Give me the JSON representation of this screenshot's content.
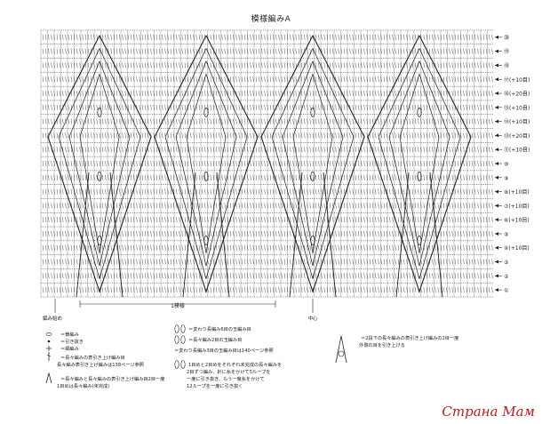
{
  "title": "模様編みA",
  "row_markers": [
    {
      "label": "⑳"
    },
    {
      "label": "⑲"
    },
    {
      "label": "⑱"
    },
    {
      "label": "⑰(+10目)"
    },
    {
      "label": "⑯(+20目)"
    },
    {
      "label": "⑮(+10目)"
    },
    {
      "label": "⑭(+10目)"
    },
    {
      "label": "⑬(+20目)"
    },
    {
      "label": "⑪(+10目)"
    },
    {
      "label": "⑩"
    },
    {
      "label": "⑨"
    },
    {
      "label": "⑧(+10目)"
    },
    {
      "label": "⑦(+10目)"
    },
    {
      "label": "⑥(+10目)"
    },
    {
      "label": "⑤"
    },
    {
      "label": "④(+10目)"
    },
    {
      "label": "③"
    },
    {
      "label": "②"
    },
    {
      "label": "①"
    }
  ],
  "repeat_label": "1模様",
  "start_label": "編み始め",
  "center_label": "中心",
  "legend": {
    "chain": "＝鎖編み",
    "slip": "＝引き抜き",
    "sc": "＝細編み",
    "dc_note": "＝長々編みの表引き上げ編み目",
    "dc_note2": "長々編み表引き上げ編みは138ページ参照",
    "pic_note": "＝長々編み2目の玉編み目",
    "pic_note2": "＝変わり長編み6目の玉編み目",
    "cluster_note": "＝長々編みと長々編みの表引き上げ編み目2目一度",
    "cluster_note2": "1目めは長々編み(未完成)",
    "center_note": "＝2段下の長々編みの表引き上げ編みの2目一度",
    "center_note2": "外側の目を引き上げる",
    "page_ref": "＝変わり長編み3目の玉編み目は140ページ参照",
    "long_note1": "1目めと2目めをそれぞれ未完成の長々編みを",
    "long_note2": "2目ずつ編み、針に糸をかけて5ループを",
    "long_note3": "一度に引き抜き、もう一度糸をかけて",
    "long_note4": "12ループを一度に引き抜く"
  },
  "watermark": "Страна Мам",
  "colors": {
    "ink": "#222222",
    "accent": "#b3202a"
  }
}
